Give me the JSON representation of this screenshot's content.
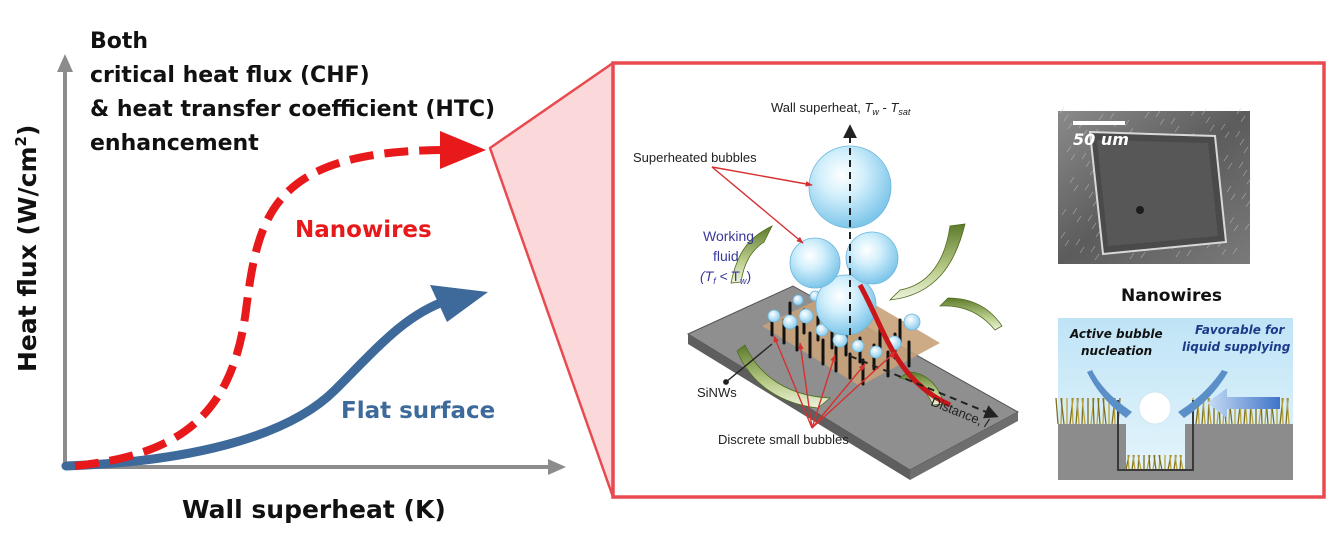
{
  "graph": {
    "headline": [
      "Both",
      "critical heat flux (CHF)",
      "& heat transfer coefficient (HTC)",
      "enhancement"
    ],
    "y_axis_label": "Heat flux (W/cm",
    "y_axis_sup": "2",
    "y_axis_close": ")",
    "x_axis_label": "Wall superheat (K)",
    "curve_nanowires_label": "Nanowires",
    "curve_flat_label": "Flat surface",
    "colors": {
      "nanowires": "#e8191b",
      "flat": "#3d6a9a",
      "axis": "#8c8c8c"
    }
  },
  "detail": {
    "frame_color": "#e84a4f",
    "schematic": {
      "wall_superheat_label": "Wall superheat, ",
      "tw": "T",
      "tw_sub": "w",
      "minus": " - ",
      "tsat": "T",
      "tsat_sub": "sat",
      "superheated_bubbles": "Superheated bubbles",
      "working_fluid_1": "Working",
      "working_fluid_2": "fluid",
      "working_fluid_3_a": "(T",
      "working_fluid_3_b": "f",
      "working_fluid_3_c": " < T",
      "working_fluid_3_d": "w",
      "working_fluid_3_e": ")",
      "sinws": "SiNWs",
      "discrete_bubbles": "Discrete small bubbles",
      "distance": "Distance, ",
      "distance_symbol": "l"
    },
    "sem": {
      "scale_label": "50 um"
    },
    "nanowires_caption": "Nanowires",
    "cross_section": {
      "active_1": "Active bubble",
      "active_2": "nucleation",
      "favorable_1": "Favorable for",
      "favorable_2": "liquid supplying"
    }
  }
}
